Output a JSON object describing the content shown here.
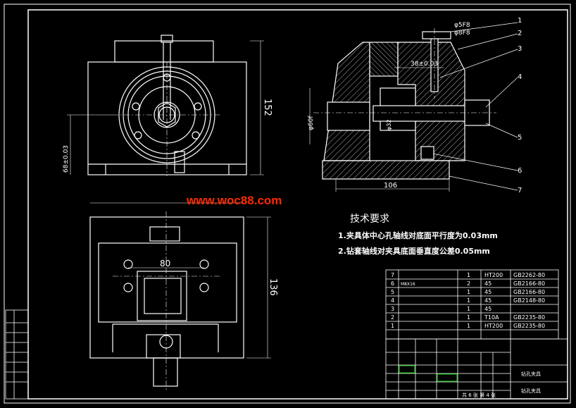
{
  "watermark": "www.woc88.com",
  "colors": {
    "background": "#000000",
    "lines": "#ffffff",
    "watermark": "#ff2a00",
    "stamp": "#00ff00"
  },
  "dimensions": {
    "height_152": "152",
    "height_136": "136",
    "offset_68": "68±0.03",
    "phi_80": "80",
    "phi_5f8": "φ5F8",
    "phi_8f8": "φ8F8",
    "dim_38": "38±0.03",
    "phi_60": "φ60f",
    "dim_106": "106",
    "phi_32": "φ32"
  },
  "balloons": [
    "1",
    "2",
    "3",
    "4",
    "5",
    "6",
    "7"
  ],
  "technical_requirements": {
    "title": "技术要求",
    "items": [
      "1.夹具体中心孔轴线对底面平行度为0.03mm",
      "2.钻套轴线对夹具底面垂直度公差0.05mm"
    ]
  },
  "bom": {
    "rows": [
      {
        "no": "7",
        "name": "",
        "qty": "1",
        "material": "HT200",
        "std": "GB2262-80"
      },
      {
        "no": "6",
        "name": "M8X16",
        "qty": "2",
        "material": "45",
        "std": "GB2166-80"
      },
      {
        "no": "5",
        "name": "",
        "qty": "1",
        "material": "45",
        "std": "GB2166-80"
      },
      {
        "no": "4",
        "name": "",
        "qty": "1",
        "material": "45",
        "std": "GB2148-80"
      },
      {
        "no": "3",
        "name": "",
        "qty": "1",
        "material": "45",
        "std": ""
      },
      {
        "no": "2",
        "name": "",
        "qty": "1",
        "material": "T10A",
        "std": "GB2235-80"
      },
      {
        "no": "1",
        "name": "",
        "qty": "1",
        "material": "HT200",
        "std": "GB2235-80"
      }
    ]
  },
  "title_block": {
    "sheet_text": "共 6 张  第 4 张",
    "drawing_label_1": "钻孔夹具",
    "drawing_label_2": "钻孔夹具"
  }
}
